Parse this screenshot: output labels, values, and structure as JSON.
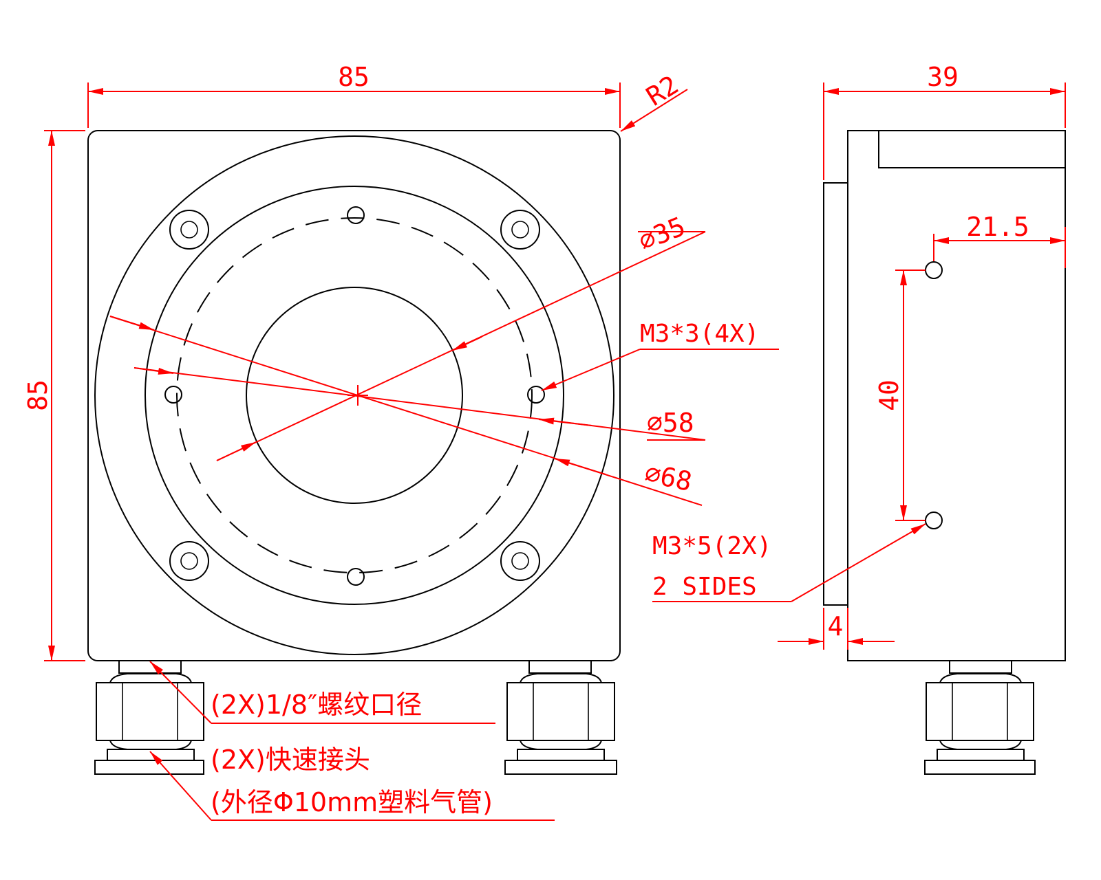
{
  "colors": {
    "outline": "#000000",
    "dimension": "#ff0000",
    "background": "#ffffff"
  },
  "front_view": {
    "width_dim": "85",
    "height_dim": "85",
    "corner_radius": "R2",
    "dia_35": "⌀35",
    "dia_58": "⌀58",
    "dia_68": "⌀68",
    "hole_note": "M3*3(4X)",
    "thread_note": "(2X)1/8″螺纹口径",
    "connector_note": "(2X)快速接头",
    "tube_note": "(外径Φ10mm塑料气管)"
  },
  "side_view": {
    "width_dim": "39",
    "offset_dim": "21.5",
    "spacing_dim": "40",
    "flange_dim": "4",
    "hole_note_1": "M3*5(2X)",
    "hole_note_2": "2 SIDES"
  }
}
